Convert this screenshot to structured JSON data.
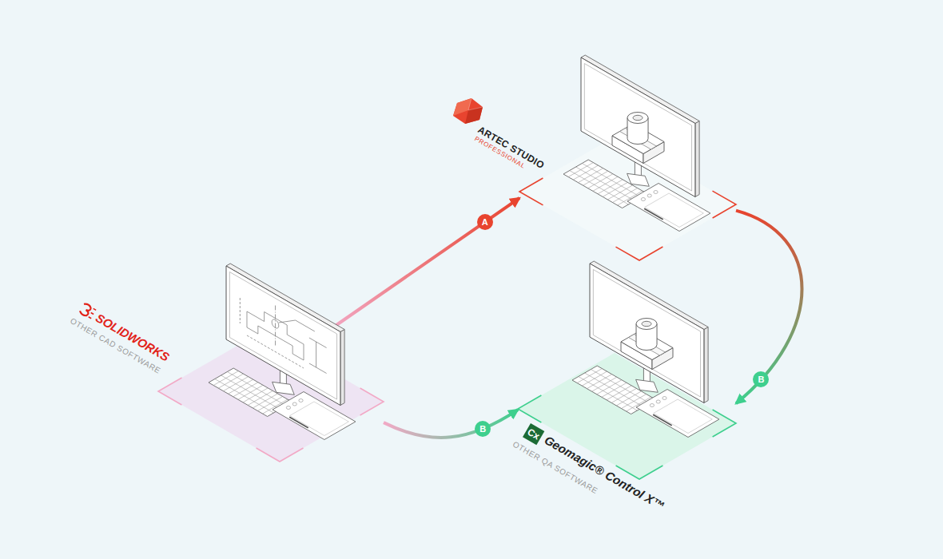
{
  "diagram": {
    "nodes": [
      {
        "text": [
          "SOLIDWORKS",
          "OTHER CAD SOFTWARE"
        ]
      },
      {
        "text": [
          "ARTEC STUDIO",
          "PROFESSIONAL"
        ]
      },
      {
        "text": [
          "Cx",
          "Geomagic® Control X™",
          "OTHER QA SOFTWARE"
        ]
      }
    ],
    "edges": [
      {
        "from": 0,
        "to": 1,
        "arrow": "to",
        "label": "A"
      },
      {
        "from": 1,
        "to": 2,
        "arrow": "to",
        "label": "B"
      },
      {
        "from": 0,
        "to": 2,
        "arrow": "to",
        "label": "B"
      }
    ]
  }
}
